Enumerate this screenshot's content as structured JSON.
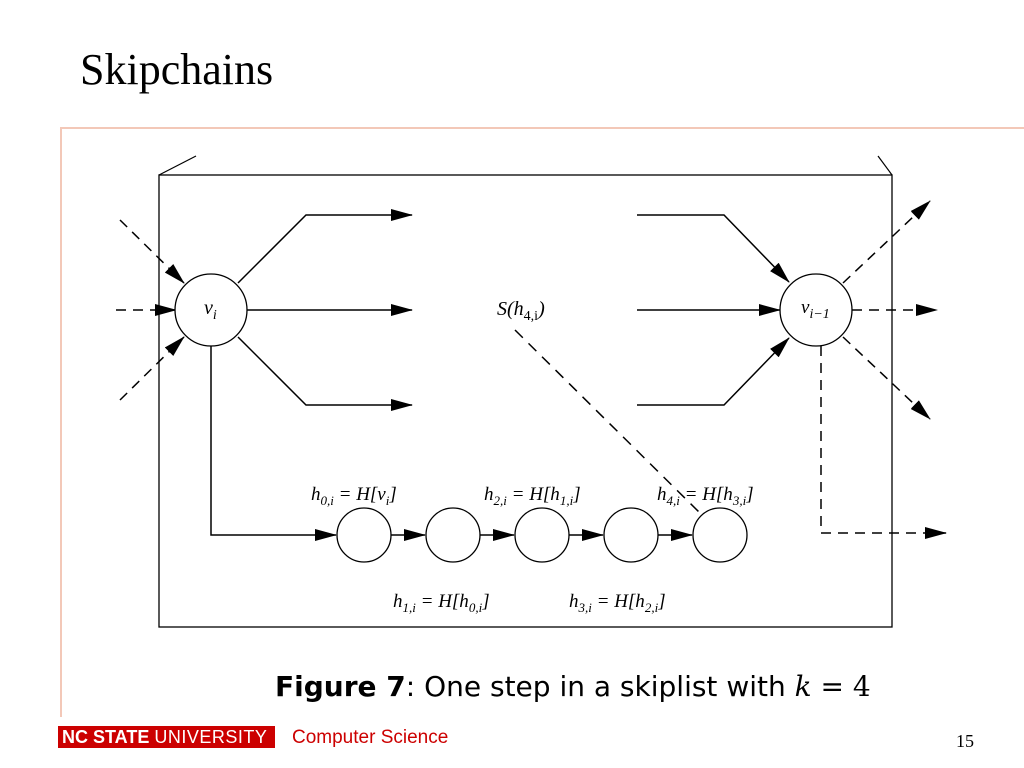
{
  "slide": {
    "title": "Skipchains",
    "page_number": "15"
  },
  "figure": {
    "node_v_i": {
      "base": "v",
      "sub": "i"
    },
    "node_v_im1": {
      "base": "v",
      "sub": "i−1"
    },
    "label_s": {
      "prefix": "S(h",
      "sub": "4,i",
      "suffix": ")"
    },
    "hash_labels_top": [
      {
        "lhs": "h",
        "lhs_sub": "0,i",
        "eq": " = H[v",
        "rhs_sub": "i",
        "end": "]"
      },
      {
        "lhs": "h",
        "lhs_sub": "2,i",
        "eq": " = H[h",
        "rhs_sub": "1,i",
        "end": "]"
      },
      {
        "lhs": "h",
        "lhs_sub": "4,i",
        "eq": " = H[h",
        "rhs_sub": "3,i",
        "end": "]"
      }
    ],
    "hash_labels_bottom": [
      {
        "lhs": "h",
        "lhs_sub": "1,i",
        "eq": " = H[h",
        "rhs_sub": "0,i",
        "end": "]"
      },
      {
        "lhs": "h",
        "lhs_sub": "3,i",
        "eq": " = H[h",
        "rhs_sub": "2,i",
        "end": "]"
      }
    ]
  },
  "caption": {
    "figure_label": "Figure 7",
    "text": ": One step in a skiplist with ",
    "math_var": "k",
    "math_rest": " = 4"
  },
  "footer": {
    "logo_nc": "NC STATE",
    "logo_univ": "UNIVERSITY",
    "department": "Computer Science"
  },
  "colors": {
    "brand_red": "#cc0000",
    "rule_pink": "#f3c8b8"
  }
}
